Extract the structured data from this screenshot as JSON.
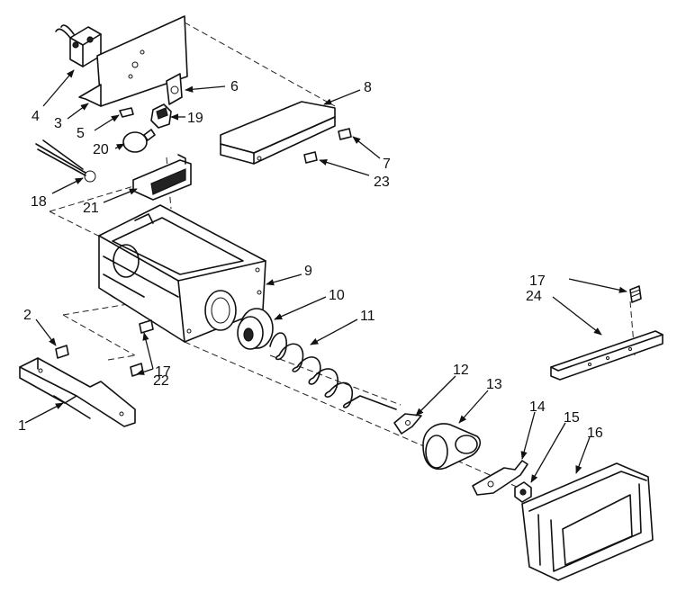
{
  "callouts": [
    {
      "id": "1",
      "text": "1"
    },
    {
      "id": "2",
      "text": "2"
    },
    {
      "id": "3",
      "text": "3"
    },
    {
      "id": "4",
      "text": "4"
    },
    {
      "id": "5",
      "text": "5"
    },
    {
      "id": "6",
      "text": "6"
    },
    {
      "id": "7",
      "text": "7"
    },
    {
      "id": "8",
      "text": "8"
    },
    {
      "id": "9",
      "text": "9"
    },
    {
      "id": "10",
      "text": "10"
    },
    {
      "id": "11",
      "text": "11"
    },
    {
      "id": "12",
      "text": "12"
    },
    {
      "id": "13",
      "text": "13"
    },
    {
      "id": "14",
      "text": "14"
    },
    {
      "id": "15",
      "text": "15"
    },
    {
      "id": "16",
      "text": "16"
    },
    {
      "id": "17a",
      "text": "17"
    },
    {
      "id": "17b",
      "text": "17"
    },
    {
      "id": "18",
      "text": "18"
    },
    {
      "id": "19",
      "text": "19"
    },
    {
      "id": "20",
      "text": "20"
    },
    {
      "id": "21",
      "text": "21"
    },
    {
      "id": "22",
      "text": "22"
    },
    {
      "id": "23",
      "text": "23"
    },
    {
      "id": "24",
      "text": "24"
    }
  ]
}
